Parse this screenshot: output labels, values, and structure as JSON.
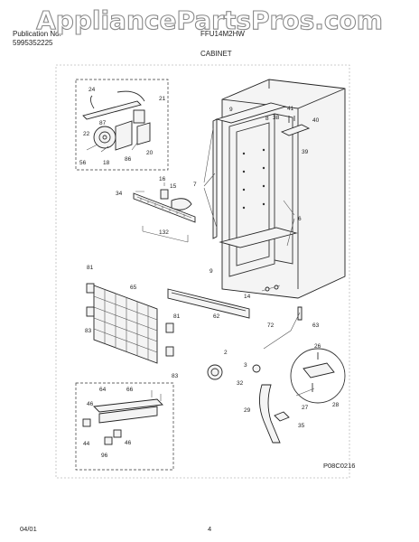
{
  "watermark": "AppliancePartsPros.com",
  "header": {
    "publication_label": "Publication No.",
    "publication_number": "5995352225",
    "model": "FFU14M2HW",
    "section_title": "CABINET"
  },
  "diagram_code": "P08C0216",
  "footer": {
    "date": "04/01",
    "page": "4"
  },
  "callouts": {
    "c24": "24",
    "c21": "21",
    "c87": "87",
    "c22": "22",
    "c20": "20",
    "c56": "56",
    "c18": "18",
    "c86": "86",
    "c16": "16",
    "c15": "15",
    "c34": "34",
    "c132": "132",
    "c9a": "9",
    "c9b": "9",
    "c7": "7",
    "c8": "8",
    "c41": "41",
    "c38": "38",
    "c40": "40",
    "c39": "39",
    "c6": "6",
    "c81a": "81",
    "c65": "65",
    "c83a": "83",
    "c81b": "81",
    "c83b": "83",
    "c62": "62",
    "c72": "72",
    "c14": "14",
    "c63": "63",
    "c2": "2",
    "c3": "3",
    "c32": "32",
    "c29": "29",
    "c26": "26",
    "c27": "27",
    "c28": "28",
    "c35": "35",
    "c64": "64",
    "c66": "66",
    "c46a": "46",
    "c46b": "46",
    "c44": "44",
    "c96": "96"
  }
}
